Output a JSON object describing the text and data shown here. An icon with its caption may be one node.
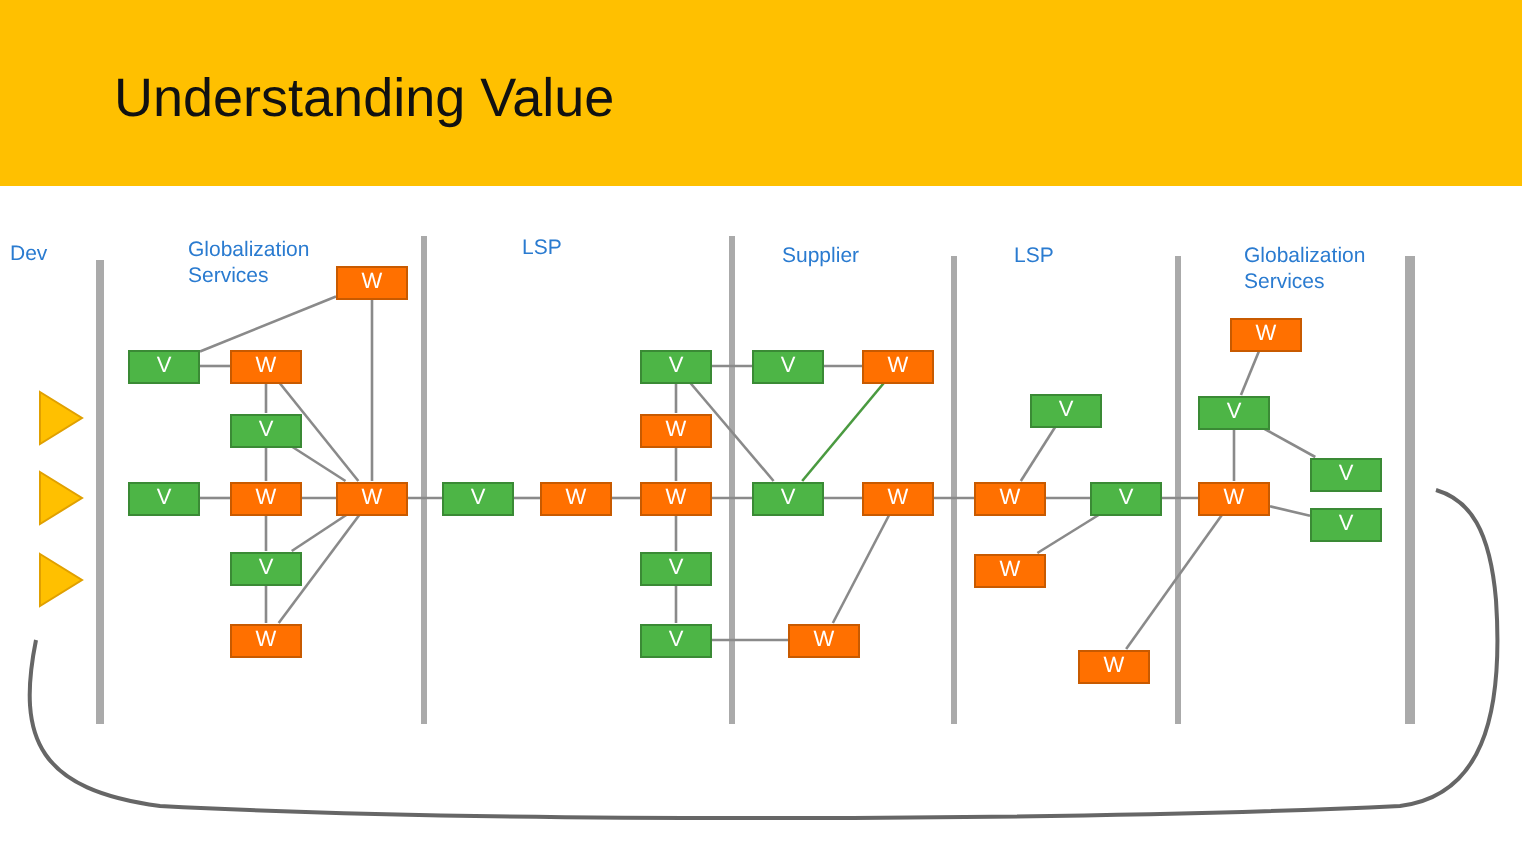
{
  "diagram": {
    "title": "Understanding Value",
    "nodes": [
      {
        "text": [
          "W"
        ]
      },
      {
        "text": [
          "V"
        ]
      },
      {
        "text": [
          "W"
        ]
      },
      {
        "text": [
          "V"
        ]
      },
      {
        "text": [
          "V"
        ]
      },
      {
        "text": [
          "W"
        ]
      },
      {
        "text": [
          "W"
        ]
      },
      {
        "text": [
          "V"
        ]
      },
      {
        "text": [
          "W"
        ]
      },
      {
        "text": [
          "V"
        ]
      },
      {
        "text": [
          "W"
        ]
      },
      {
        "text": [
          "V"
        ]
      },
      {
        "text": [
          "W"
        ]
      },
      {
        "text": [
          "W"
        ]
      },
      {
        "text": [
          "V"
        ]
      },
      {
        "text": [
          "V"
        ]
      },
      {
        "text": [
          "V"
        ]
      },
      {
        "text": [
          "W"
        ]
      },
      {
        "text": [
          "V"
        ]
      },
      {
        "text": [
          "W"
        ]
      },
      {
        "text": [
          "W"
        ]
      },
      {
        "text": [
          "V"
        ]
      },
      {
        "text": [
          "W"
        ]
      },
      {
        "text": [
          "V"
        ]
      },
      {
        "text": [
          "W"
        ]
      },
      {
        "text": [
          "W"
        ]
      },
      {
        "text": [
          "V"
        ]
      },
      {
        "text": [
          "W"
        ]
      },
      {
        "text": [
          "V"
        ]
      },
      {
        "text": [
          "V"
        ]
      },
      {
        "text": [
          "W"
        ]
      }
    ],
    "edges": [
      {
        "from": 0,
        "to": 1,
        "arrow": "none"
      },
      {
        "from": 0,
        "to": 6,
        "arrow": "none"
      },
      {
        "from": 1,
        "to": 2,
        "arrow": "none"
      },
      {
        "from": 2,
        "to": 3,
        "arrow": "none"
      },
      {
        "from": 3,
        "to": 5,
        "arrow": "none"
      },
      {
        "from": 2,
        "to": 6,
        "arrow": "none"
      },
      {
        "from": 3,
        "to": 6,
        "arrow": "none"
      },
      {
        "from": 4,
        "to": 5,
        "arrow": "none"
      },
      {
        "from": 5,
        "to": 6,
        "arrow": "none"
      },
      {
        "from": 5,
        "to": 7,
        "arrow": "none"
      },
      {
        "from": 7,
        "to": 8,
        "arrow": "none"
      },
      {
        "from": 7,
        "to": 6,
        "arrow": "none"
      },
      {
        "from": 8,
        "to": 6,
        "arrow": "none"
      },
      {
        "from": 6,
        "to": 9,
        "arrow": "none"
      },
      {
        "from": 9,
        "to": 10,
        "arrow": "none"
      },
      {
        "from": 10,
        "to": 13,
        "arrow": "none"
      },
      {
        "from": 11,
        "to": 12,
        "arrow": "none"
      },
      {
        "from": 12,
        "to": 13,
        "arrow": "none"
      },
      {
        "from": 13,
        "to": 14,
        "arrow": "none"
      },
      {
        "from": 14,
        "to": 15,
        "arrow": "none"
      },
      {
        "from": 11,
        "to": 16,
        "arrow": "none"
      },
      {
        "from": 16,
        "to": 17,
        "arrow": "none"
      },
      {
        "from": 11,
        "to": 18,
        "arrow": "none"
      },
      {
        "from": 18,
        "to": 17,
        "arrow": "none",
        "color": "#4a9a40"
      },
      {
        "from": 13,
        "to": 18,
        "arrow": "none"
      },
      {
        "from": 18,
        "to": 19,
        "arrow": "none"
      },
      {
        "from": 19,
        "to": 20,
        "arrow": "none"
      },
      {
        "from": 15,
        "to": 20,
        "arrow": "none"
      },
      {
        "from": 19,
        "to": 22,
        "arrow": "none"
      },
      {
        "from": 22,
        "to": 21,
        "arrow": "none"
      },
      {
        "from": 22,
        "to": 23,
        "arrow": "none"
      },
      {
        "from": 23,
        "to": 24,
        "arrow": "none"
      },
      {
        "from": 23,
        "to": 27,
        "arrow": "none"
      },
      {
        "from": 25,
        "to": 26,
        "arrow": "none"
      },
      {
        "from": 26,
        "to": 27,
        "arrow": "none"
      },
      {
        "from": 26,
        "to": 28,
        "arrow": "none"
      },
      {
        "from": 27,
        "to": 29,
        "arrow": "none"
      },
      {
        "from": 27,
        "to": 30,
        "arrow": "none"
      }
    ],
    "labels": [
      "Dev",
      "Globalization Services",
      "LSP",
      "Supplier",
      "LSP",
      "Globalization Services"
    ]
  }
}
